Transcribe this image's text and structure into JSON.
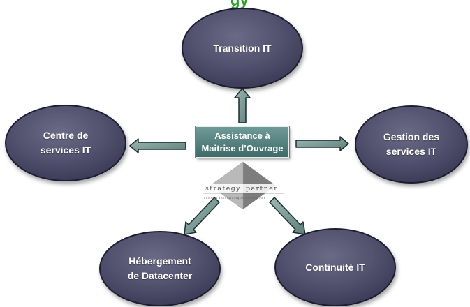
{
  "header_fragment": "gy",
  "center": {
    "label": "Assistance à\nMaitrise d’Ouvrage"
  },
  "nodes": [
    {
      "id": "transition",
      "label": "Transition IT"
    },
    {
      "id": "centre-services",
      "label": "Centre de\nservices IT"
    },
    {
      "id": "gestion-services",
      "label": "Gestion des\nservices IT"
    },
    {
      "id": "hebergement",
      "label": "Hébergement\nde Datacenter"
    },
    {
      "id": "continuite",
      "label": "Continuité IT"
    }
  ],
  "logo": {
    "word_left": "strategy",
    "word_right": "partner",
    "tagline": "conseil informatique autrement"
  },
  "colors": {
    "node_fill": "#4f4e6b",
    "node_border": "#1f1e33",
    "center_fill": "#5b8785",
    "arrow_fill": "#6f8e89",
    "arrow_stroke": "#1b2f2d"
  }
}
